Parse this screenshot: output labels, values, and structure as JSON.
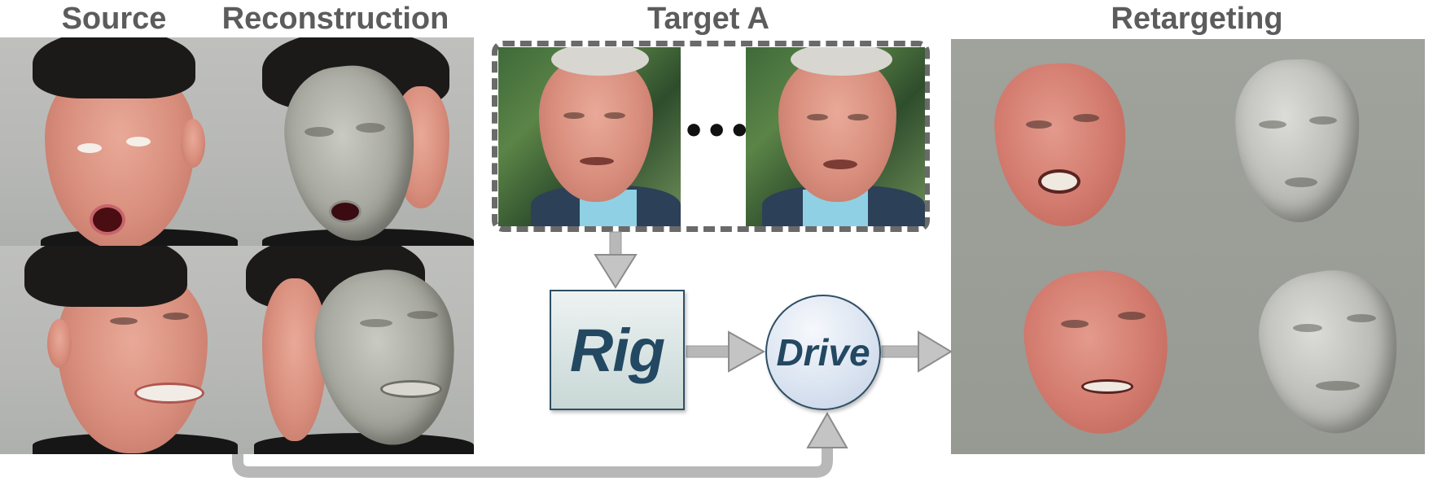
{
  "headers": {
    "source": "Source",
    "reconstruction": "Reconstruction",
    "target": "Target A",
    "retargeting": "Retargeting"
  },
  "ellipsis": "•••",
  "boxes": {
    "rig": "Rig",
    "drive": "Drive"
  },
  "colors": {
    "arrow": "#b8b8b8",
    "box_border": "#2e4f66",
    "box_text": "#234862",
    "rig_fill": "#dbe6e6",
    "drive_fill": "#dde6f2",
    "header_text": "#5c5c5c",
    "retarget_bg": "#9b9d97"
  }
}
